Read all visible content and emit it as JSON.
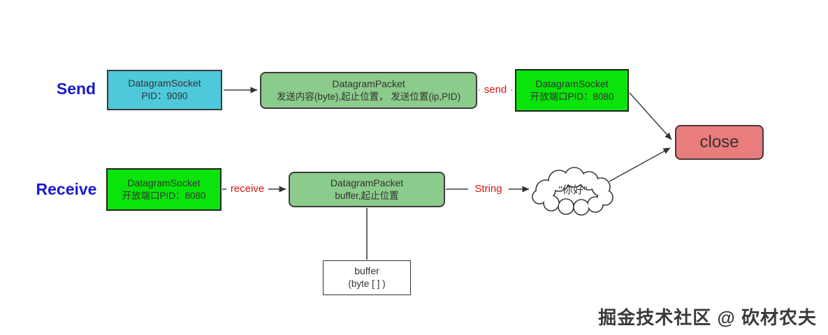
{
  "diagram": {
    "send_row_label": "Send",
    "receive_row_label": "Receive",
    "sender_socket": {
      "line1": "DatagramSocket",
      "line2": "PID：9090"
    },
    "send_packet": {
      "line1": "DatagramPacket",
      "line2": "发送内容(byte),起止位置， 发送位置(ip,PID)"
    },
    "target_socket": {
      "line1": "DatagramSocket",
      "line2": "开放端口PID：8080"
    },
    "receiver_socket": {
      "line1": "DatagramSocket",
      "line2": "开放端口PID：8080"
    },
    "receive_packet": {
      "line1": "DatagramPacket",
      "line2": "buffer,起止位置"
    },
    "close_label": "close",
    "cloud_text": "\"你好\"",
    "buffer_box": {
      "line1": "buffer",
      "line2": "(byte [ ] )"
    },
    "edge_labels": {
      "send": "send",
      "receive": "receive",
      "string": "String"
    },
    "colors": {
      "cyan": "#4EC9DC",
      "green_packet": "#8BCB8B",
      "green_socket": "#0AE40A",
      "close_red": "#E97C7C",
      "label_blue": "#1A1ACC",
      "edge_red": "#E01515"
    }
  },
  "watermark": "掘金技术社区 @ 砍材农夫"
}
